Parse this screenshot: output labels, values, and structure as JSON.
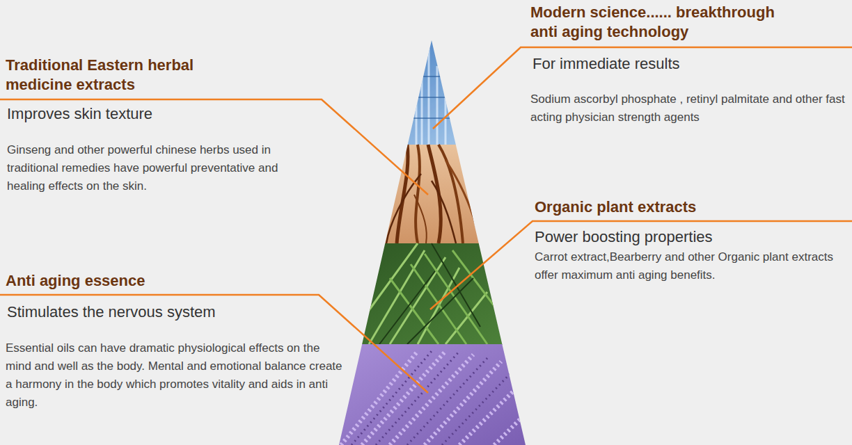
{
  "diagram": {
    "labels": [
      "Modern science...... breakthrough anti aging technology",
      "For immediate results",
      "Sodium ascorbyl phosphate , retinyl palmitate and other fast acting physician strength agents",
      "Traditional Eastern herbal medicine extracts",
      "Improves skin texture",
      "Ginseng and other powerful chinese herbs used in traditional remedies have powerful preventative and healing effects on the skin.",
      "Organic plant extracts",
      "Power boosting properties",
      "Carrot extract,Bearberry and other Organic plant extracts offer maximum anti aging benefits.",
      "Anti aging essence",
      "Stimulates the nervous system",
      "Essential oils can have dramatic physiological effects on the mind and well as the body. Mental and emotional balance create a harmony in the body which promotes vitality and aids in anti aging."
    ]
  }
}
